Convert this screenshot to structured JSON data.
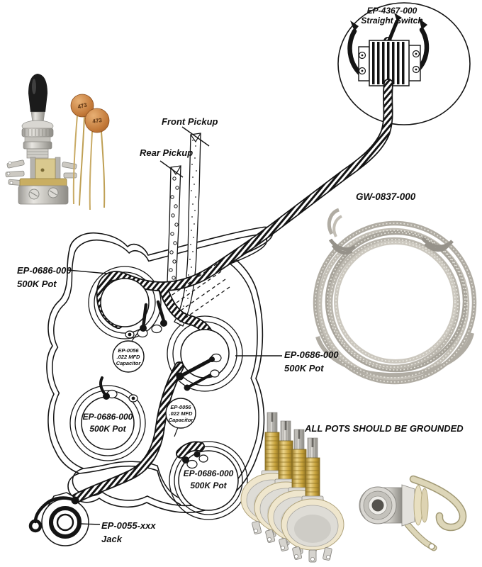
{
  "labels": {
    "switch_circle": {
      "part_no": "EP-4367-000",
      "name": "Straight Switch"
    },
    "front_pickup": "Front Pickup",
    "rear_pickup": "Rear Pickup",
    "braided_wire": {
      "part_no": "GW-0837-000"
    },
    "pot_top_left": {
      "part_no": "EP-0686-000",
      "value": "500K Pot"
    },
    "pot_right": {
      "part_no": "EP-0686-000",
      "value": "500K Pot"
    },
    "pot_bottom_left": {
      "part_no": "EP-0686-000",
      "value": "500K Pot"
    },
    "pot_bottom_right": {
      "part_no": "EP-0686-000",
      "value": "500K Pot"
    },
    "capacitor_upper": {
      "part_no": "EP-0056",
      "value": ".022 MFD",
      "type": "Capacitor"
    },
    "capacitor_lower": {
      "part_no": "EP-0056",
      "value": ".022 MFD",
      "type": "Capacitor"
    },
    "grounding_note": "ALL POTS SHOULD BE GROUNDED",
    "jack": {
      "part_no": "EP-0055-xxx",
      "name": "Jack"
    }
  },
  "photos": {
    "toggle_switch": "toggle-switch",
    "disc_capacitors": {
      "marking": "473"
    },
    "wire_coil": "braided-wire-coil",
    "potentiometers": "four-500k-pots",
    "output_jack": "quarter-inch-jack"
  },
  "colors": {
    "ink": "#141414",
    "capacitor_orange": "#cf8a4a",
    "brass": "#c9a23c",
    "chrome": "#d6d4cf",
    "cream": "#e8dfc4",
    "wire_silver": "#b3afa6"
  }
}
